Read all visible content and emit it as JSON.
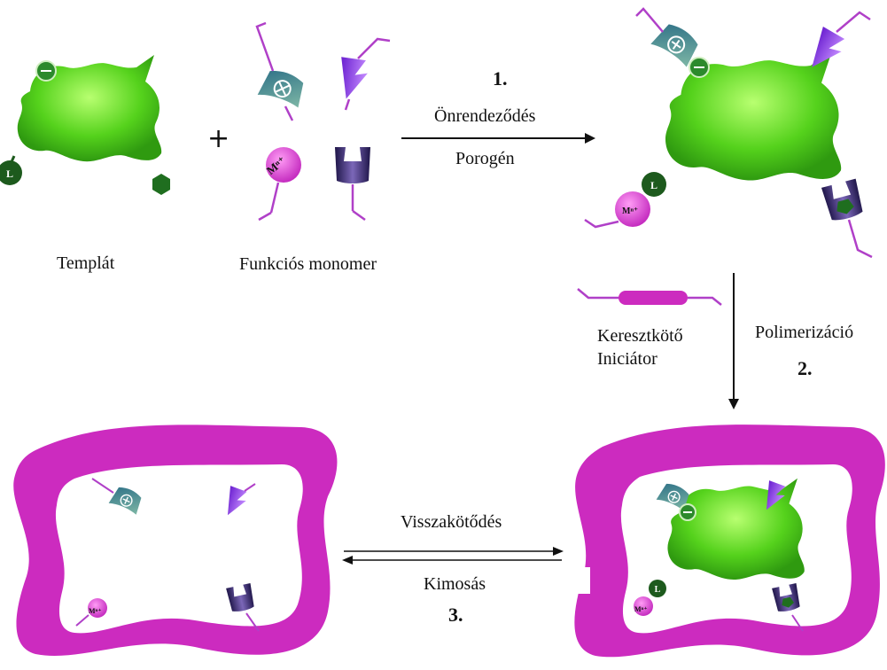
{
  "labels": {
    "template": "Templát",
    "functional_monomer": "Funkciós monomer",
    "plus": "+",
    "self_assembly": "Önrendeződés",
    "porogen": "Porogén",
    "crosslinker": "Keresztkötő",
    "initiator": "Iniciátor",
    "polymerization": "Polimerizáció",
    "rebinding": "Visszakötődés",
    "washing": "Kimosás"
  },
  "steps": {
    "step1": "1.",
    "step2": "2.",
    "step3": "3."
  },
  "symbols": {
    "ligand": "L",
    "metal_ion": "Mⁿ⁺",
    "minus": "−",
    "plus": "+",
    "cross": "×"
  },
  "colors": {
    "template_green": "#4fd21a",
    "template_light": "#a6f56a",
    "polymer_magenta": "#cc2bbf",
    "linker_purple": "#b040c8",
    "cation_teal": "#2f7f8c",
    "anion_green": "#2c8a2c",
    "ligand_dark": "#1d5a1d",
    "metal_pink": "#d13fd0",
    "wedge_violet": "#8a2be2",
    "cup_navy": "#2a1d5a"
  }
}
